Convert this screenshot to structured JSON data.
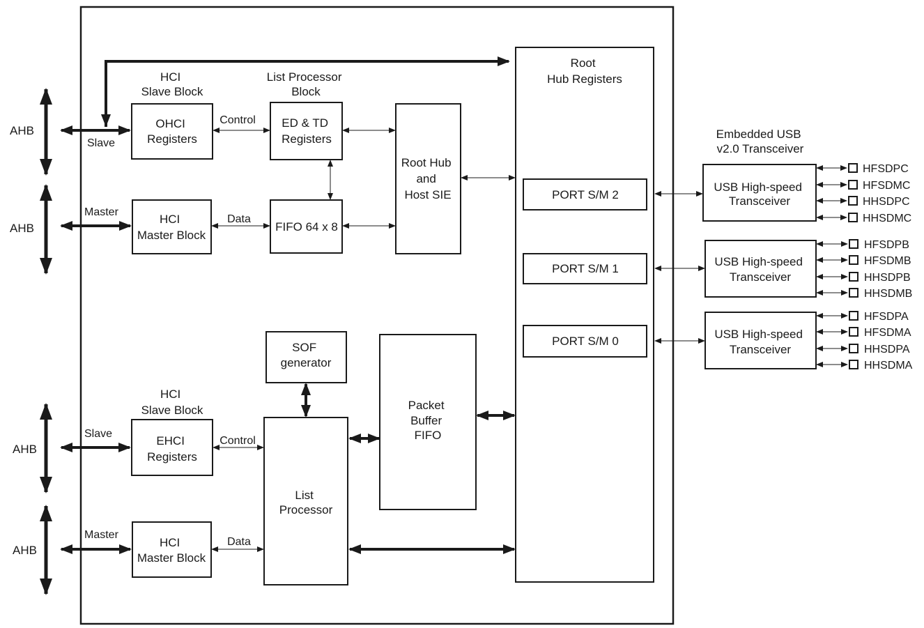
{
  "bus": {
    "ahb": "AHB",
    "slave": "Slave",
    "master": "Master",
    "control": "Control",
    "data": "Data"
  },
  "top": {
    "hci_slave_block": [
      "HCI",
      "Slave Block"
    ],
    "list_processor_block": [
      "List Processor",
      "Block"
    ],
    "ohci_registers": [
      "OHCI",
      "Registers"
    ],
    "ed_td_registers": [
      "ED & TD",
      "Registers"
    ],
    "hci_master_block": [
      "HCI",
      "Master Block"
    ],
    "fifo": "FIFO 64 x 8",
    "root_hub_sie": [
      "Root Hub",
      "and",
      "Host SIE"
    ]
  },
  "root_hub_registers": [
    "Root",
    "Hub Registers"
  ],
  "ports": [
    "PORT S/M 2",
    "PORT S/M 1",
    "PORT S/M 0"
  ],
  "bottom": {
    "hci_slave_block": [
      "HCI",
      "Slave Block"
    ],
    "sof_generator": [
      "SOF",
      "generator"
    ],
    "ehci_registers": [
      "EHCI",
      "Registers"
    ],
    "hci_master_block": [
      "HCI",
      "Master Block"
    ],
    "list_processor": [
      "List",
      "Processor"
    ],
    "packet_buffer": [
      "Packet",
      "Buffer",
      "FIFO"
    ]
  },
  "transceiver_group": [
    "Embedded USB",
    "v2.0 Transceiver"
  ],
  "transceiver_label": [
    "USB High-speed",
    "Transceiver"
  ],
  "transceivers": [
    {
      "pins": [
        "HFSDPC",
        "HFSDMC",
        "HHSDPC",
        "HHSDMC"
      ]
    },
    {
      "pins": [
        "HFSDPB",
        "HFSDMB",
        "HHSDPB",
        "HHSDMB"
      ]
    },
    {
      "pins": [
        "HFSDPA",
        "HFSDMA",
        "HHSDPA",
        "HHSDMA"
      ]
    }
  ]
}
